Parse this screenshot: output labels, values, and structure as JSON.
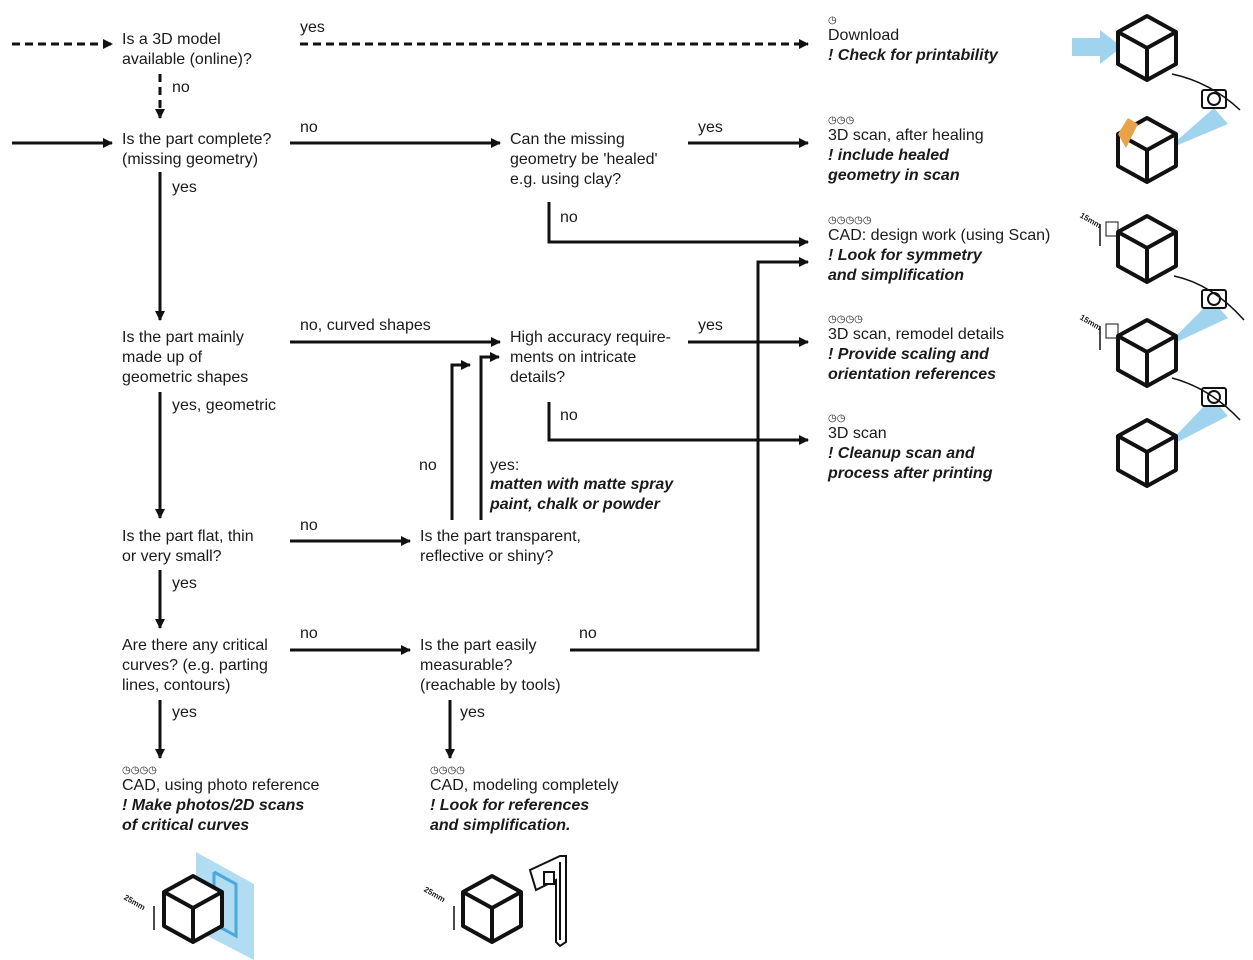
{
  "questions": {
    "q_model": "Is a 3D model\navailable (online)?",
    "q_complete": "Is the part complete?\n(missing geometry)",
    "q_healed": "Can the missing\ngeometry be 'healed'\ne.g. using clay?",
    "q_geometric": "Is the part mainly\nmade up of\ngeometric shapes",
    "q_accuracy": "High accuracy require-\nments on intricate\ndetails?",
    "q_flat": "Is the part flat, thin\nor very small?",
    "q_transparent": "Is the part transparent,\nreflective or shiny?",
    "q_curves": "Are there any critical\ncurves? (e.g. parting\nlines, contours)",
    "q_measurable": "Is the part easily\nmeasurable?\n(reachable by tools)"
  },
  "labels": {
    "yes_model": "yes",
    "no_model": "no",
    "no_complete": "no",
    "yes_complete": "yes",
    "yes_healed": "yes",
    "no_healed": "no",
    "no_curved": "no, curved shapes",
    "yes_geometric": "yes, geometric",
    "yes_accuracy": "yes",
    "no_accuracy": "no",
    "no_transparent": "no",
    "yes_transparent": "yes:",
    "yes_transparent_detail": "matten with matte spray\npaint, chalk or powder",
    "no_flat": "no",
    "yes_flat": "yes",
    "no_curves": "no",
    "yes_curves": "yes",
    "no_measurable": "no",
    "yes_measurable": "yes"
  },
  "outcomes": {
    "download": {
      "clocks": "◷",
      "title": "Download",
      "warning": "! Check for printability"
    },
    "scan_healing": {
      "clocks": "◷◷◷",
      "title": "3D scan, after healing",
      "warning": "! include healed\ngeometry in scan"
    },
    "cad_design": {
      "clocks": "◷◷◷◷◷",
      "title": "CAD: design work (using Scan)",
      "warning": "! Look for symmetry\nand simplification"
    },
    "scan_remodel": {
      "clocks": "◷◷◷◷",
      "title": "3D scan, remodel details",
      "warning": "! Provide scaling and\norientation references"
    },
    "scan": {
      "clocks": "◷◷",
      "title": "3D scan",
      "warning": "! Cleanup scan and\nprocess after printing"
    },
    "cad_photo": {
      "clocks": "◷◷◷◷",
      "title": "CAD, using photo reference",
      "warning": "! Make photos/2D scans\nof critical curves"
    },
    "cad_model": {
      "clocks": "◷◷◷◷",
      "title": "CAD, modeling completely",
      "warning": "! Look for references\nand simplification."
    }
  },
  "dimension_labels": {
    "d1": "15mm",
    "d2": "15mm",
    "d3": "25mm",
    "d4": "25mm"
  },
  "colors": {
    "line": "#111111",
    "scan_blue": "#9fd3ee",
    "heal_orange": "#e8a24a",
    "plane_blue": "#4aa8dc"
  }
}
